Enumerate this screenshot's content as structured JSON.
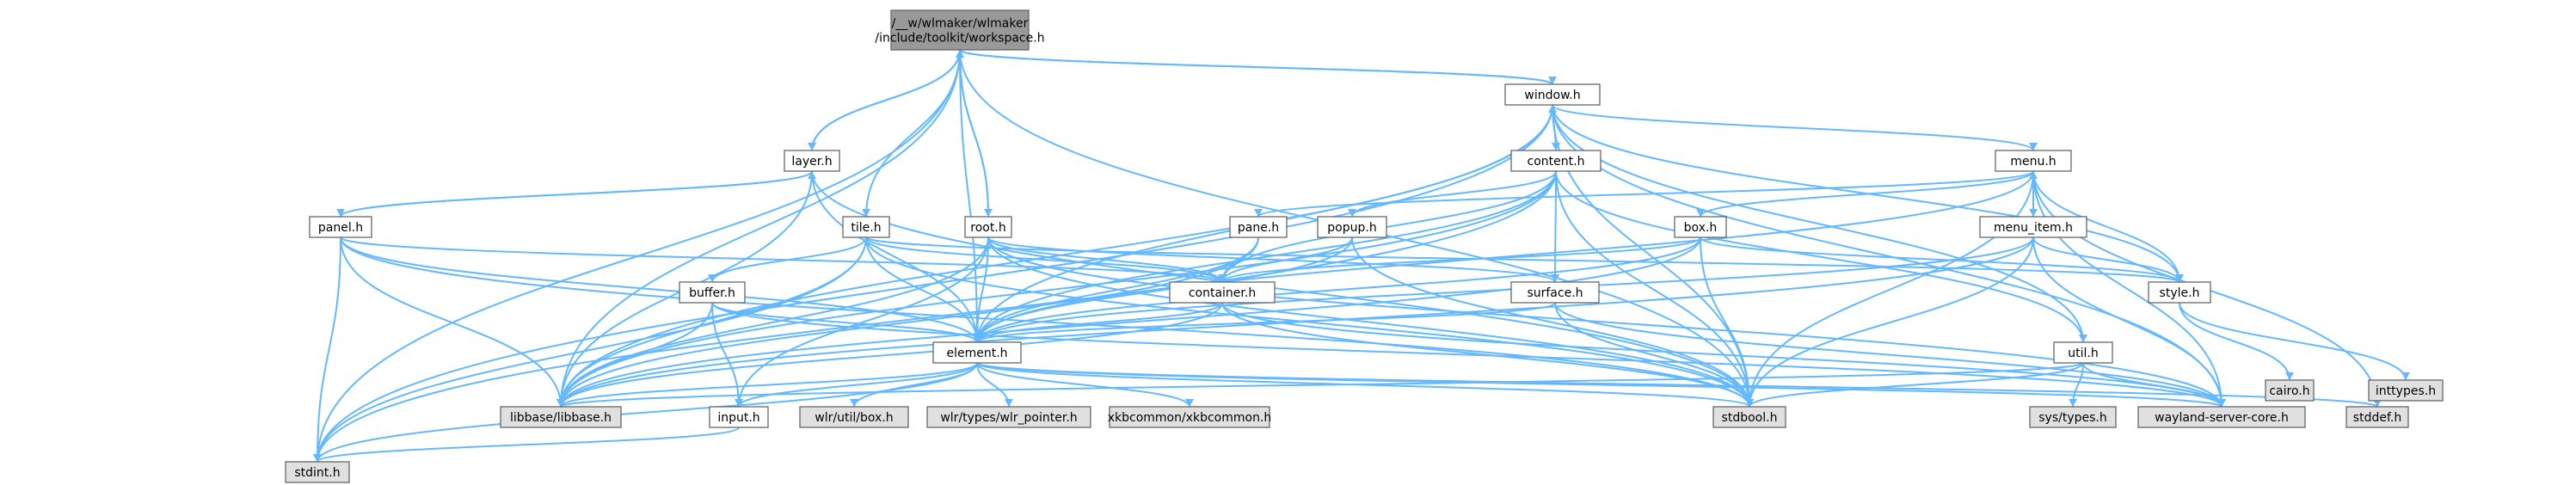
{
  "graph": {
    "root": "workspace",
    "nodes": [
      {
        "id": "workspace",
        "lines": [
          "/__w/wlmaker/wlmaker",
          "/include/toolkit/workspace.h"
        ],
        "kind": "current"
      },
      {
        "id": "window",
        "lines": [
          "window.h"
        ],
        "kind": "file"
      },
      {
        "id": "layer",
        "lines": [
          "layer.h"
        ],
        "kind": "file"
      },
      {
        "id": "content",
        "lines": [
          "content.h"
        ],
        "kind": "file"
      },
      {
        "id": "menu",
        "lines": [
          "menu.h"
        ],
        "kind": "file"
      },
      {
        "id": "panel",
        "lines": [
          "panel.h"
        ],
        "kind": "file"
      },
      {
        "id": "tile",
        "lines": [
          "tile.h"
        ],
        "kind": "file"
      },
      {
        "id": "root",
        "lines": [
          "root.h"
        ],
        "kind": "file"
      },
      {
        "id": "pane",
        "lines": [
          "pane.h"
        ],
        "kind": "file"
      },
      {
        "id": "popup",
        "lines": [
          "popup.h"
        ],
        "kind": "file"
      },
      {
        "id": "box",
        "lines": [
          "box.h"
        ],
        "kind": "file"
      },
      {
        "id": "menu_item",
        "lines": [
          "menu_item.h"
        ],
        "kind": "file"
      },
      {
        "id": "buffer",
        "lines": [
          "buffer.h"
        ],
        "kind": "file"
      },
      {
        "id": "container",
        "lines": [
          "container.h"
        ],
        "kind": "file"
      },
      {
        "id": "surface",
        "lines": [
          "surface.h"
        ],
        "kind": "file"
      },
      {
        "id": "style",
        "lines": [
          "style.h"
        ],
        "kind": "file"
      },
      {
        "id": "element",
        "lines": [
          "element.h"
        ],
        "kind": "file"
      },
      {
        "id": "util",
        "lines": [
          "util.h"
        ],
        "kind": "file"
      },
      {
        "id": "cairo",
        "lines": [
          "cairo.h"
        ],
        "kind": "external"
      },
      {
        "id": "inttypes",
        "lines": [
          "inttypes.h"
        ],
        "kind": "external"
      },
      {
        "id": "libbase",
        "lines": [
          "libbase/libbase.h"
        ],
        "kind": "external"
      },
      {
        "id": "input",
        "lines": [
          "input.h"
        ],
        "kind": "file"
      },
      {
        "id": "wlr_box",
        "lines": [
          "wlr/util/box.h"
        ],
        "kind": "external"
      },
      {
        "id": "wlr_pointer",
        "lines": [
          "wlr/types/wlr_pointer.h"
        ],
        "kind": "external"
      },
      {
        "id": "xkb",
        "lines": [
          "xkbcommon/xkbcommon.h"
        ],
        "kind": "external"
      },
      {
        "id": "stdbool",
        "lines": [
          "stdbool.h"
        ],
        "kind": "external"
      },
      {
        "id": "systypes",
        "lines": [
          "sys/types.h"
        ],
        "kind": "external"
      },
      {
        "id": "wayland",
        "lines": [
          "wayland-server-core.h"
        ],
        "kind": "external"
      },
      {
        "id": "stddef",
        "lines": [
          "stddef.h"
        ],
        "kind": "external"
      },
      {
        "id": "stdint",
        "lines": [
          "stdint.h"
        ],
        "kind": "external"
      }
    ],
    "edges": [
      [
        "workspace",
        "window"
      ],
      [
        "workspace",
        "layer"
      ],
      [
        "workspace",
        "tile"
      ],
      [
        "workspace",
        "root"
      ],
      [
        "workspace",
        "element"
      ],
      [
        "workspace",
        "libbase"
      ],
      [
        "workspace",
        "stdint"
      ],
      [
        "workspace",
        "stdbool"
      ],
      [
        "window",
        "workspace"
      ],
      [
        "window",
        "content"
      ],
      [
        "window",
        "menu"
      ],
      [
        "window",
        "element"
      ],
      [
        "window",
        "style"
      ],
      [
        "window",
        "util"
      ],
      [
        "window",
        "libbase"
      ],
      [
        "window",
        "stdint"
      ],
      [
        "window",
        "stdbool"
      ],
      [
        "window",
        "wayland"
      ],
      [
        "layer",
        "workspace"
      ],
      [
        "layer",
        "panel"
      ],
      [
        "layer",
        "element"
      ],
      [
        "layer",
        "libbase"
      ],
      [
        "layer",
        "stdbool"
      ],
      [
        "content",
        "window"
      ],
      [
        "content",
        "popup"
      ],
      [
        "content",
        "surface"
      ],
      [
        "content",
        "container"
      ],
      [
        "content",
        "element"
      ],
      [
        "content",
        "util"
      ],
      [
        "content",
        "libbase"
      ],
      [
        "content",
        "stdbool"
      ],
      [
        "content",
        "stdint"
      ],
      [
        "menu",
        "menu_item"
      ],
      [
        "menu",
        "box"
      ],
      [
        "menu",
        "pane"
      ],
      [
        "menu",
        "style"
      ],
      [
        "menu",
        "element"
      ],
      [
        "menu",
        "stdbool"
      ],
      [
        "menu",
        "wayland"
      ],
      [
        "menu",
        "stddef"
      ],
      [
        "menu_item",
        "menu"
      ],
      [
        "menu_item",
        "style"
      ],
      [
        "menu_item",
        "element"
      ],
      [
        "menu_item",
        "libbase"
      ],
      [
        "menu_item",
        "stdbool"
      ],
      [
        "menu_item",
        "wayland"
      ],
      [
        "panel",
        "layer"
      ],
      [
        "panel",
        "container"
      ],
      [
        "panel",
        "element"
      ],
      [
        "panel",
        "libbase"
      ],
      [
        "panel",
        "stdint"
      ],
      [
        "panel",
        "stdbool"
      ],
      [
        "tile",
        "buffer"
      ],
      [
        "tile",
        "container"
      ],
      [
        "tile",
        "element"
      ],
      [
        "tile",
        "libbase"
      ],
      [
        "tile",
        "style"
      ],
      [
        "tile",
        "stdint"
      ],
      [
        "tile",
        "stdbool"
      ],
      [
        "root",
        "workspace"
      ],
      [
        "root",
        "container"
      ],
      [
        "root",
        "element"
      ],
      [
        "root",
        "surface"
      ],
      [
        "root",
        "input"
      ],
      [
        "root",
        "stdbool"
      ],
      [
        "root",
        "libbase"
      ],
      [
        "root",
        "wayland"
      ],
      [
        "pane",
        "container"
      ],
      [
        "pane",
        "element"
      ],
      [
        "pane",
        "libbase"
      ],
      [
        "popup",
        "container"
      ],
      [
        "popup",
        "element"
      ],
      [
        "popup",
        "stdbool"
      ],
      [
        "box",
        "container"
      ],
      [
        "box",
        "element"
      ],
      [
        "box",
        "style"
      ],
      [
        "box",
        "libbase"
      ],
      [
        "box",
        "stdbool"
      ],
      [
        "buffer",
        "element"
      ],
      [
        "buffer",
        "libbase"
      ],
      [
        "buffer",
        "input"
      ],
      [
        "buffer",
        "wayland"
      ],
      [
        "container",
        "element"
      ],
      [
        "container",
        "libbase"
      ],
      [
        "container",
        "stdbool"
      ],
      [
        "container",
        "wayland"
      ],
      [
        "surface",
        "element"
      ],
      [
        "surface",
        "stdbool"
      ],
      [
        "surface",
        "wayland"
      ],
      [
        "style",
        "cairo"
      ],
      [
        "style",
        "inttypes"
      ],
      [
        "element",
        "libbase"
      ],
      [
        "element",
        "input"
      ],
      [
        "element",
        "wlr_box"
      ],
      [
        "element",
        "wlr_pointer"
      ],
      [
        "element",
        "xkb"
      ],
      [
        "element",
        "stdbool"
      ],
      [
        "element",
        "wayland"
      ],
      [
        "element",
        "stddef"
      ],
      [
        "element",
        "stdint"
      ],
      [
        "util",
        "stdbool"
      ],
      [
        "util",
        "systypes"
      ],
      [
        "util",
        "wayland"
      ],
      [
        "util",
        "libbase"
      ],
      [
        "input",
        "stdint"
      ]
    ]
  }
}
